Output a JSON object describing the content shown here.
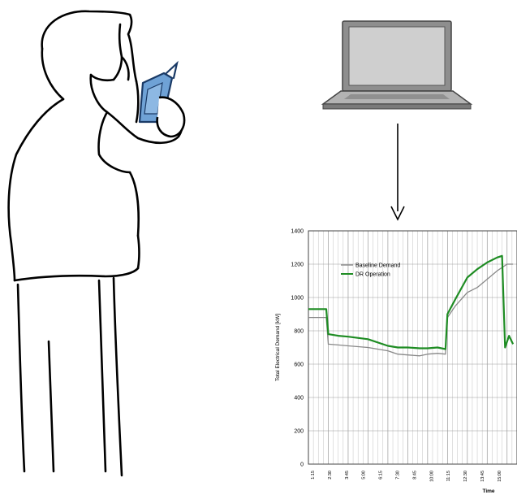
{
  "icons": {
    "person": "person-with-phone-sketch",
    "phone": "mobile-phone-icon",
    "laptop": "laptop-icon",
    "arrow": "down-arrow-icon"
  },
  "colors": {
    "phone_fill": "#6fa2d6",
    "baseline": "#888888",
    "dr": "#1e8c23",
    "grid": "#999999"
  },
  "chart_data": {
    "type": "line",
    "xlabel": "Time",
    "ylabel": "Total Electrical Demand [kW]",
    "ylim": [
      0,
      1400
    ],
    "yticks": [
      0,
      200,
      400,
      600,
      800,
      1000,
      1200,
      1400
    ],
    "ytick_labels": [
      "0",
      "200",
      "400",
      "600",
      "800",
      "1000",
      "1200",
      "1400"
    ],
    "x_tick_labels": [
      "1:15",
      "2:30",
      "3:45",
      "5:00",
      "6:15",
      "7:30",
      "8:45",
      "10:00",
      "11:15",
      "12:30",
      "13:45",
      "15:00"
    ],
    "legend": {
      "position": "top-left",
      "entries": [
        "Baseline Demand",
        "DR Operation"
      ]
    },
    "grid": true,
    "series": [
      {
        "name": "Baseline Demand",
        "x": [
          0,
          0.7,
          0.9,
          1,
          1.5,
          2,
          3,
          4,
          4.5,
          5,
          5.6,
          6,
          6.5,
          6.9,
          7,
          7.4,
          8,
          8.5,
          9,
          9.5,
          10,
          10.3
        ],
        "values": [
          880,
          880,
          880,
          720,
          715,
          710,
          700,
          680,
          660,
          655,
          650,
          660,
          665,
          660,
          880,
          950,
          1030,
          1060,
          1110,
          1160,
          1200,
          1200
        ]
      },
      {
        "name": "DR Operation",
        "x": [
          0,
          0.7,
          0.9,
          1,
          1.5,
          2,
          3,
          4,
          4.5,
          5,
          5.6,
          6,
          6.5,
          6.9,
          7,
          7.4,
          8,
          8.5,
          9,
          9.5,
          9.75,
          9.9,
          10.1,
          10.3
        ],
        "values": [
          930,
          930,
          930,
          780,
          770,
          765,
          750,
          710,
          700,
          700,
          695,
          695,
          700,
          690,
          900,
          990,
          1120,
          1170,
          1210,
          1240,
          1250,
          700,
          770,
          720
        ]
      }
    ]
  }
}
